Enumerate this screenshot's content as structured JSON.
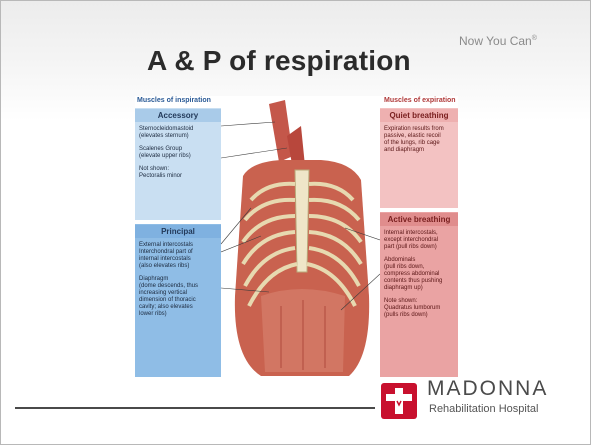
{
  "slide": {
    "title": "A & P of respiration",
    "tagline": "Now You Can",
    "tagline_mark": "®"
  },
  "figure": {
    "left_header": "Muscles of inspiration",
    "right_header": "Muscles of expiration",
    "accessory": {
      "title": "Accessory",
      "lines": [
        "Sternocleidomastoid",
        "(elevates sternum)",
        "",
        "Scalenes Group",
        "(elevate upper ribs)",
        "",
        "Not shown:",
        "Pectoralis minor"
      ]
    },
    "principal": {
      "title": "Principal",
      "lines": [
        "External intercostals",
        "Interchondral part of",
        "internal intercostals",
        "(also elevates ribs)",
        "",
        "Diaphragm",
        "(dome descends, thus",
        "increasing vertical",
        "dimension of thoracic",
        "cavity; also elevates",
        "lower ribs)"
      ]
    },
    "quiet": {
      "title": "Quiet breathing",
      "lines": [
        "Expiration results from",
        "passive, elastic recoil",
        "of the lungs, rib cage",
        "and diaphragm"
      ]
    },
    "active": {
      "title": "Active breathing",
      "lines": [
        "Internal intercostals,",
        "except interchondral",
        "part (pull ribs down)",
        "",
        "Abdominals",
        "(pull ribs down,",
        "compress abdominal",
        "contents thus pushing",
        "diaphragm up)",
        "",
        "Note shown:",
        "Quadratus lumborum",
        "(pulls ribs down)"
      ]
    }
  },
  "logo": {
    "name": "MADONNA",
    "subtitle": "Rehabilitation Hospital",
    "brand_color": "#c8102e"
  }
}
